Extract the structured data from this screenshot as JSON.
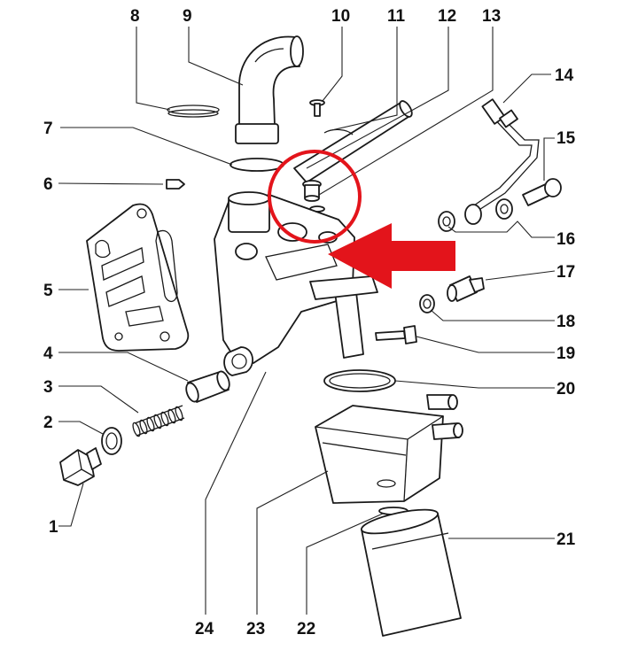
{
  "callouts": [
    "1",
    "2",
    "3",
    "4",
    "5",
    "6",
    "7",
    "8",
    "9",
    "10",
    "11",
    "12",
    "13",
    "14",
    "15",
    "16",
    "17",
    "18",
    "19",
    "20",
    "21",
    "22",
    "23",
    "24"
  ],
  "colors": {
    "line": "#1a1a1a",
    "highlight": "#e3141b",
    "background": "#ffffff"
  }
}
